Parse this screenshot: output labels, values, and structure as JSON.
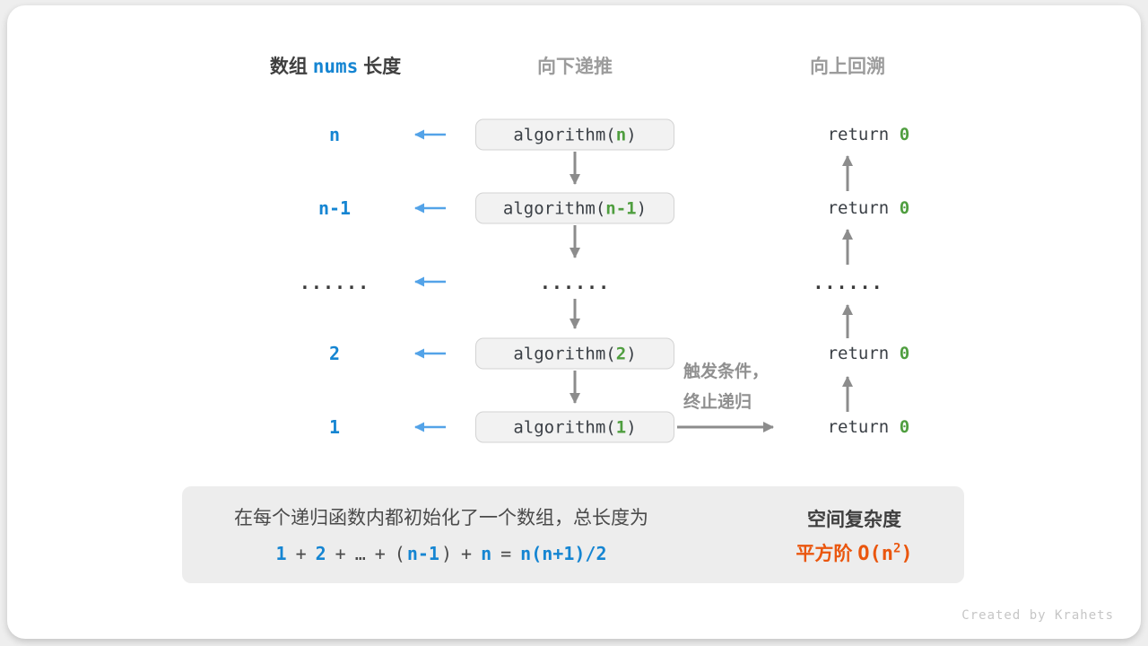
{
  "colors": {
    "blue": "#1585d2",
    "arrow_blue": "#53a3e8",
    "green": "#4f9e3f",
    "orange": "#ea560e",
    "dark": "#3f3f3f",
    "code_dark": "#3a3f45",
    "header_gray": "#9c9c9c",
    "note_gray": "#8f8f8f",
    "arrow_gray": "#8c8c8c",
    "box_fill": "#f2f2f2",
    "box_border": "#d3d3d3",
    "panel_bg": "#ededed",
    "big_arrow": "#c5c5c6",
    "credit_gray": "#c6c6c6"
  },
  "headers": {
    "array_length": {
      "prefix": "数组",
      "code": "nums",
      "suffix": "长度"
    },
    "recurse_down": "向下递推",
    "backtrack_up": "向上回溯"
  },
  "rows": [
    {
      "label": "n",
      "call_open": "algorithm(",
      "arg": "n",
      "call_close": ")",
      "ret_kw": "return ",
      "ret_val": "0"
    },
    {
      "label": "n-1",
      "call_open": "algorithm(",
      "arg": "n-1",
      "call_close": ")",
      "ret_kw": "return ",
      "ret_val": "0"
    },
    {
      "label": "......",
      "mid_dots": "......",
      "ret_dots": "......"
    },
    {
      "label": "2",
      "call_open": "algorithm(",
      "arg": "2",
      "call_close": ")",
      "ret_kw": "return ",
      "ret_val": "0"
    },
    {
      "label": "1",
      "call_open": "algorithm(",
      "arg": "1",
      "call_close": ")",
      "ret_kw": "return ",
      "ret_val": "0"
    }
  ],
  "trigger_note": {
    "line1": "触发条件，",
    "line2": "终止递归"
  },
  "summary": {
    "line1": "在每个递归函数内都初始化了一个数组，总长度为",
    "formula": [
      {
        "t": "1"
      },
      {
        "t": "+"
      },
      {
        "t": "2"
      },
      {
        "t": "+"
      },
      {
        "t": "…"
      },
      {
        "t": "+"
      },
      {
        "t": "("
      },
      {
        "t": "n-1"
      },
      {
        "t": ")"
      },
      {
        "t": "+"
      },
      {
        "t": "n"
      },
      {
        "t": "="
      },
      {
        "t": "n(n+1)/2"
      }
    ]
  },
  "conclusion": {
    "title": "空间复杂度",
    "order": "平方阶 ",
    "big_o_open": "O(n",
    "exponent": "2",
    "big_o_close": ")"
  },
  "credit": "Created by Krahets"
}
